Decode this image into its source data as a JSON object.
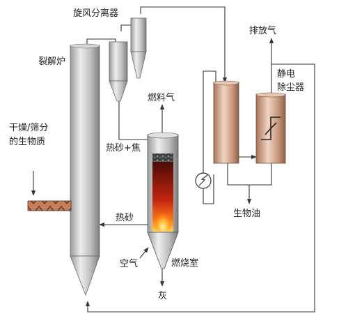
{
  "labels": {
    "cyclone": "旋风分离器",
    "pyrolyzer": "裂解炉",
    "feed_line1": "干燥/筛分",
    "feed_line2": "的生物质",
    "fuel_gas": "燃料气",
    "hot_sand_char": "热砂+焦",
    "hot_sand": "热砂",
    "air": "空气",
    "combustor": "燃烧室",
    "ash": "灰",
    "exhaust": "排放气",
    "esp_line1": "静电",
    "esp_line2": "除尘器",
    "bio_oil": "生物油"
  },
  "colors": {
    "metal_dark": "#8a8a8a",
    "metal_light": "#e6e6e6",
    "condenser_body": "#c89a80",
    "combustor_hot": "#ff9a20",
    "line": "#333333"
  }
}
